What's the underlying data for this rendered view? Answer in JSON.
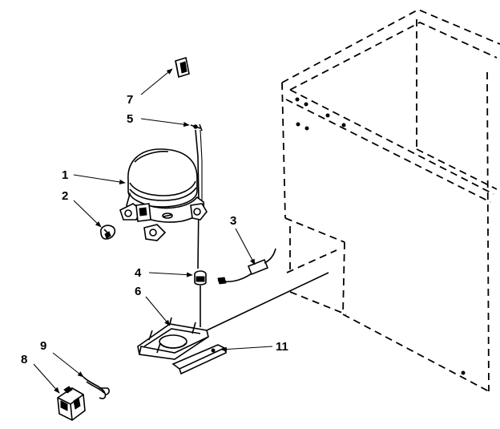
{
  "callouts": {
    "c1": "1",
    "c2": "2",
    "c3": "3",
    "c4": "4",
    "c5": "5",
    "c6": "6",
    "c7": "7",
    "c8": "8",
    "c9": "9",
    "c11": "11"
  }
}
